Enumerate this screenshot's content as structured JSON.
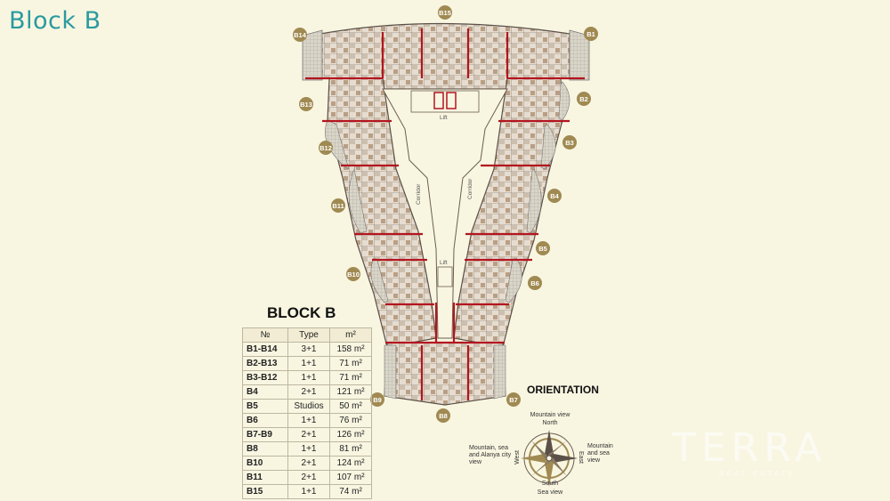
{
  "page": {
    "title": "Block B"
  },
  "units": [
    "B1",
    "B2",
    "B3",
    "B4",
    "B5",
    "B6",
    "B7",
    "B8",
    "B9",
    "B10",
    "B11",
    "B12",
    "B13",
    "B14",
    "B15"
  ],
  "plan_labels": {
    "lift": "Lift",
    "corridor": "Corridor"
  },
  "table": {
    "title": "BLOCK B",
    "headers": [
      "№",
      "Type",
      "m²"
    ],
    "rows": [
      {
        "no": "B1-B14",
        "type": "3+1",
        "area": "158 m²"
      },
      {
        "no": "B2-B13",
        "type": "1+1",
        "area": "71 m²"
      },
      {
        "no": "B3-B12",
        "type": "1+1",
        "area": "71 m²"
      },
      {
        "no": "B4",
        "type": "2+1",
        "area": "121 m²"
      },
      {
        "no": "B5",
        "type": "Studios",
        "area": "50 m²"
      },
      {
        "no": "B6",
        "type": "1+1",
        "area": "76 m²"
      },
      {
        "no": "B7-B9",
        "type": "2+1",
        "area": "126 m²"
      },
      {
        "no": "B8",
        "type": "1+1",
        "area": "81 m²"
      },
      {
        "no": "B10",
        "type": "2+1",
        "area": "124 m²"
      },
      {
        "no": "B11",
        "type": "2+1",
        "area": "107 m²"
      },
      {
        "no": "B15",
        "type": "1+1",
        "area": "74 m²"
      }
    ]
  },
  "orientation": {
    "title": "ORIENTATION",
    "north": "North",
    "south": "South",
    "east": "East",
    "west": "West",
    "north_view": "Mountain view",
    "south_view": "Sea view",
    "east_view": "Mountain and sea view",
    "west_view": "Mountain, sea and Alanya city view"
  },
  "logo": {
    "name": "TERRA",
    "sub": "REAL ESTATE"
  },
  "colors": {
    "title": "#2a9aa0",
    "badge": "#a08a52",
    "wall_red": "#b3151f",
    "background": "#f8f6e1"
  }
}
